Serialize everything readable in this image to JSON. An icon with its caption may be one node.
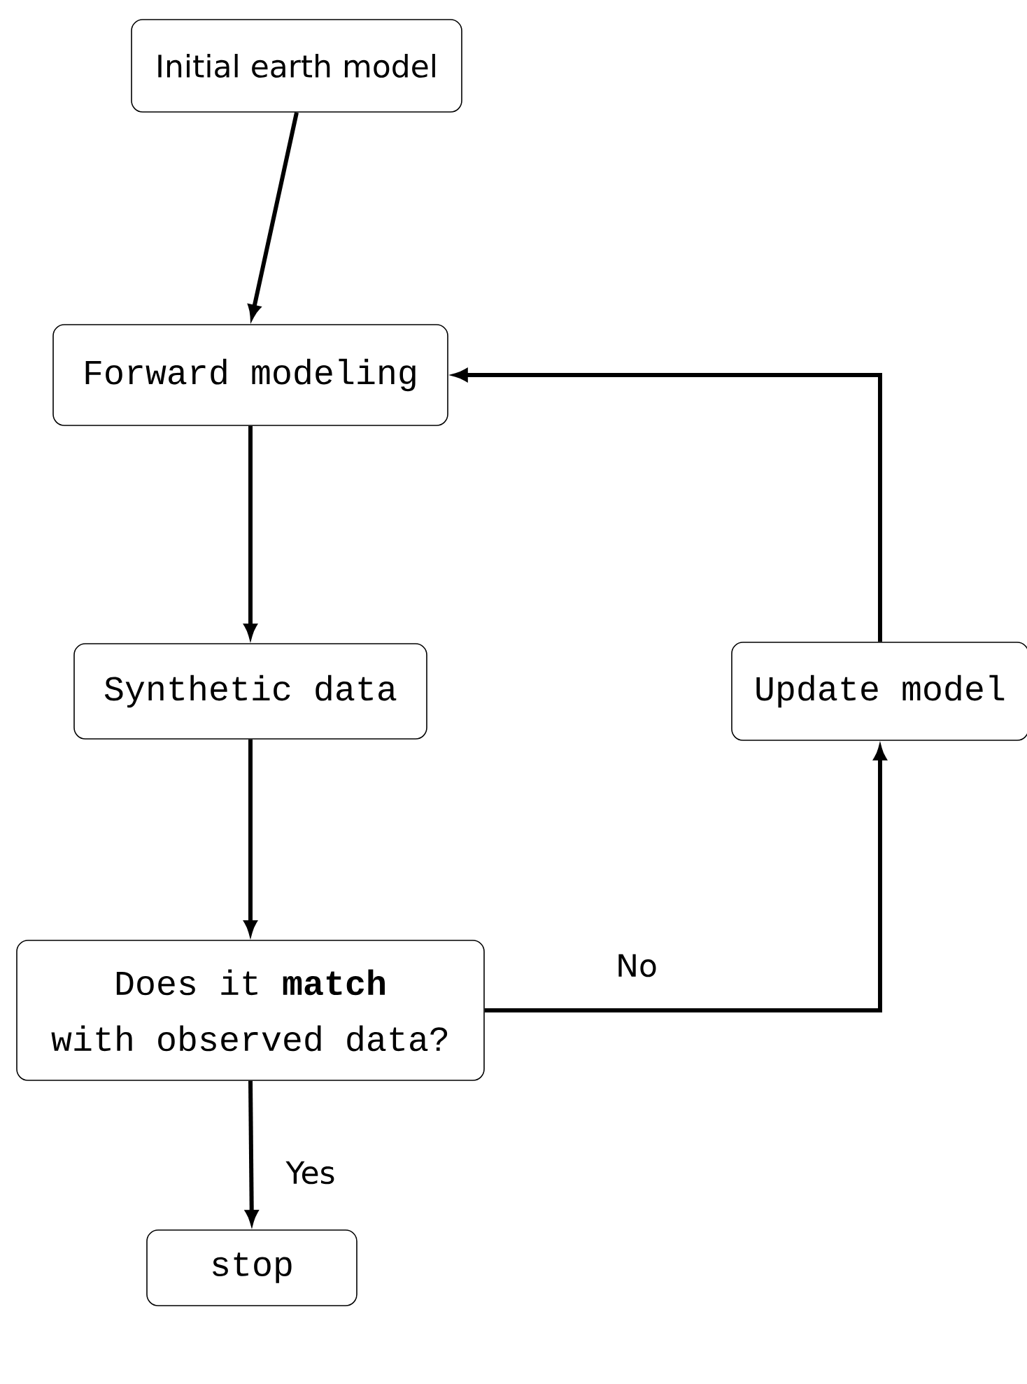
{
  "diagram": {
    "nodes": [
      {
        "text": [
          "Initial earth model"
        ]
      },
      {
        "text": [
          "Forward modeling"
        ]
      },
      {
        "text": [
          "Synthetic data"
        ]
      },
      {
        "text": [
          "Does it **match**",
          "with observed data?"
        ]
      },
      {
        "text": [
          "Update model"
        ]
      },
      {
        "text": [
          "stop"
        ]
      }
    ],
    "edges": [
      {
        "from": 0,
        "to": 1,
        "arrow": "to"
      },
      {
        "from": 1,
        "to": 2,
        "arrow": "to"
      },
      {
        "from": 2,
        "to": 3,
        "arrow": "to"
      },
      {
        "from": 3,
        "to": 5,
        "arrow": "to",
        "label": "Yes"
      },
      {
        "from": 3,
        "to": 4,
        "arrow": "to",
        "label": "No"
      },
      {
        "from": 4,
        "to": 1,
        "arrow": "to"
      }
    ]
  }
}
